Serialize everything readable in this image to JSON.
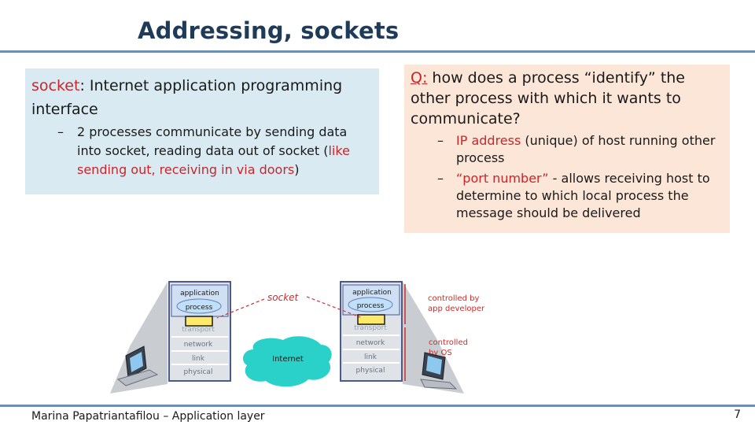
{
  "slide": {
    "title": "Addressing, sockets",
    "left_box": {
      "term": "socket",
      "definition": ": Internet application programming interface",
      "sub_dash": "–",
      "sub_text_a": "2 processes communicate by sending data into socket, reading data out of socket (",
      "sub_text_red": "like sending out, receiving in via doors",
      "sub_text_b": ")"
    },
    "right_box": {
      "q_label": "Q:",
      "question": " how does a process “identify” the other process with which it wants to communicate?",
      "bullets": [
        {
          "dash": "–",
          "red": "IP address",
          "text": " (unique) of host running other process"
        },
        {
          "dash": "–",
          "red_pre": "“",
          "red": "port number",
          "red_post": "”",
          "text": " - allows receiving host to determine to which local process the message should be delivered"
        }
      ]
    },
    "diagram": {
      "stack_layers": [
        "application",
        "process",
        "transport",
        "network",
        "link",
        "physical"
      ],
      "socket_label": "socket",
      "internet_label": "Internet",
      "controlled_app_dev": [
        "controlled by",
        "app developer"
      ],
      "controlled_os": [
        "controlled",
        "by OS"
      ]
    },
    "footer": "Marina Papatriantafilou –  Application layer",
    "page_number": "7"
  }
}
